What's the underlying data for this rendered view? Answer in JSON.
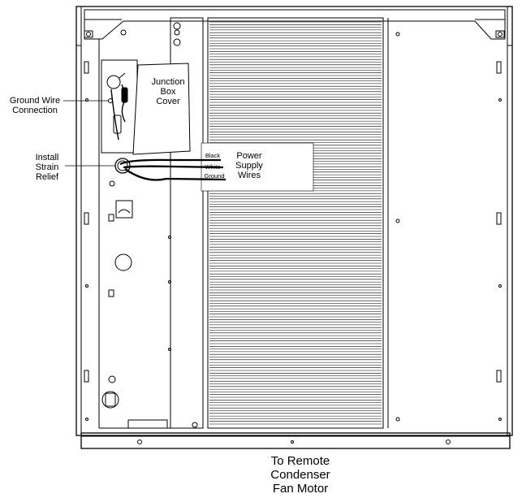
{
  "labels": {
    "ground_wire": [
      "Ground Wire",
      "Connection"
    ],
    "strain_relief": [
      "Install",
      "Strain",
      "Relief"
    ],
    "junction_box_cover": [
      "Junction",
      "Box",
      "Cover"
    ],
    "wire_colors": [
      "Black",
      "White",
      "Ground"
    ],
    "power_supply": [
      "Power",
      "Supply",
      "Wires"
    ],
    "remote_condenser": [
      "To Remote",
      "Condenser",
      "Fan Motor"
    ]
  }
}
